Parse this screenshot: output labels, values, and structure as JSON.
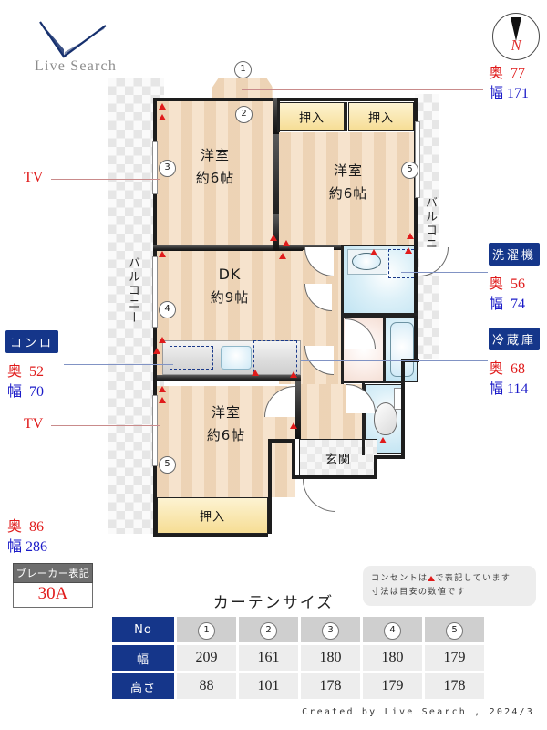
{
  "brand": {
    "name": "Live Search",
    "logo_icon": "checkmark-v-logo"
  },
  "compass": {
    "label": "N",
    "icon": "compass-north-arrow"
  },
  "plan": {
    "rooms": [
      {
        "name": "洋室",
        "size": "約6帖"
      },
      {
        "name": "洋室",
        "size": "約6帖"
      },
      {
        "name": "DK",
        "size": "約9帖"
      },
      {
        "name": "洋室",
        "size": "約6帖"
      }
    ],
    "closets": [
      "押入",
      "押入",
      "押入"
    ],
    "balconies": [
      "バルコニー",
      "バルコニー"
    ],
    "entrance": "玄関",
    "window_markers": [
      "1",
      "2",
      "3",
      "4",
      "5",
      "5"
    ]
  },
  "callouts": {
    "bay_window": {
      "depth_key": "奥",
      "depth_value": "77",
      "width_key": "幅",
      "width_value": "171"
    },
    "washer": {
      "tag": "洗濯機",
      "depth_key": "奥",
      "depth_value": "56",
      "width_key": "幅",
      "width_value": "74"
    },
    "fridge": {
      "tag": "冷蔵庫",
      "depth_key": "奥",
      "depth_value": "68",
      "width_key": "幅",
      "width_value": "114"
    },
    "stove": {
      "tag": "コンロ",
      "depth_key": "奥",
      "depth_value": "52",
      "width_key": "幅",
      "width_value": "70"
    },
    "closet_bottom": {
      "depth_key": "奥",
      "depth_value": "86",
      "width_key": "幅",
      "width_value": "286"
    },
    "tv_top": "TV",
    "tv_bottom": "TV"
  },
  "breaker": {
    "title": "ブレーカー表記",
    "value": "30A"
  },
  "note": {
    "line1_before": "コンセントは",
    "line1_after": "で表記しています",
    "line2": "寸法は目安の数値です"
  },
  "curtain": {
    "title": "カーテンサイズ",
    "row_headers": [
      "No",
      "幅",
      "高さ"
    ],
    "numbers": [
      "1",
      "2",
      "3",
      "4",
      "5"
    ],
    "width": [
      "209",
      "161",
      "180",
      "180",
      "179"
    ],
    "height": [
      "88",
      "101",
      "178",
      "179",
      "178"
    ]
  },
  "footer": "Created by Live Search , 2024/3",
  "colors": {
    "accent_navy": "#15368a",
    "dim_red": "#e01b1b",
    "dim_blue": "#1b1bc8",
    "room_fill": "#f6e3cd",
    "closet_fill": "#f6dd94"
  }
}
